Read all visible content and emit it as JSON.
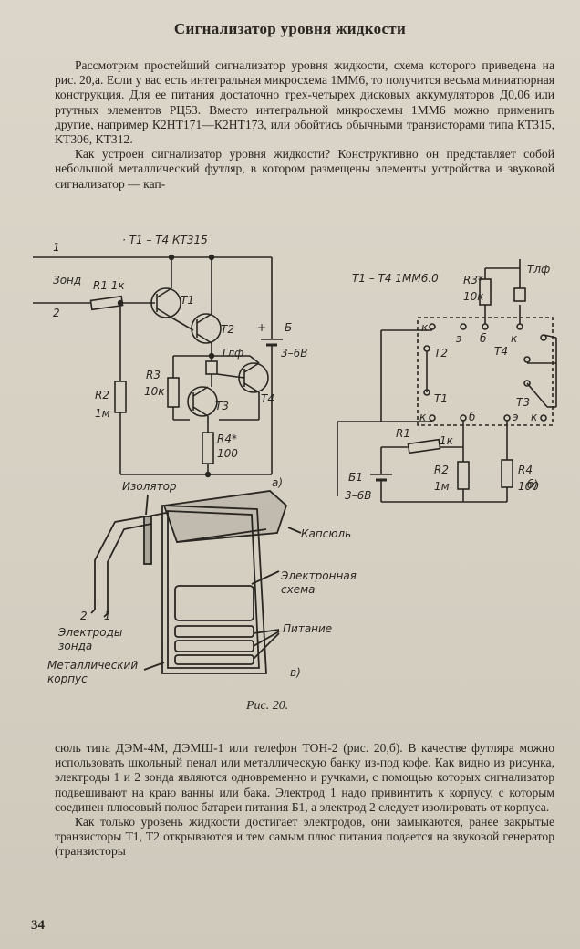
{
  "title": "Сигнализатор уровня жидкости",
  "paragraphs_top": [
    "Рассмотрим простейший сигнализатор уровня жидкости, схема которого приведена на рис. 20,а. Если у вас есть интегральная микросхема 1ММ6, то получится весьма миниатюрная конструкция. Для ее питания достаточно трех-четырех дисковых аккумуляторов Д0,06 или ртутных элементов РЦ53. Вместо интегральной микросхемы 1ММ6 можно применить другие, например К2НТ171—К2НТ173, или обойтись обычными транзисторами типа КТ315, КТ306, КТ312.",
    "Как устроен сигнализатор уровня жидкости? Конструктивно он представляет собой небольшой металлический футляр, в котором размещены элементы устройства и звуковой сигнализатор — кап-"
  ],
  "paragraphs_bottom": [
    "сюль типа ДЭМ-4М, ДЭМШ-1 или телефон ТОН-2 (рис. 20,б). В качестве футляра можно использовать школьный пенал или металлическую банку из-под кофе. Как видно из рисунка, электроды 1 и 2 зонда являются одновременно и ручками, с помощью которых сигнализатор подвешивают на краю ванны или бака. Электрод 1 надо привинтить к корпусу, с которым соединен плюсовый полюс батареи питания Б1, а электрод 2 следует изолировать от корпуса.",
    "Как только уровень жидкости достигает электродов, они замыкаются, ранее закрытые транзисторы T1, T2 открываются и тем самым плюс питания подается на звуковой генератор (транзисторы"
  ],
  "figure": {
    "caption": "Рис. 20.",
    "a": {
      "sublabel": "а)",
      "transistors_note": "· T1 – T4 КТ315",
      "wire1": "1",
      "wire2": "2",
      "probe": "Зонд",
      "r1": "R1 1к",
      "t1": "T1",
      "t2": "T2",
      "t3": "T3",
      "t4": "T4",
      "r2": "R2",
      "r2_value": "1м",
      "r3": "R3",
      "r3_value": "10к",
      "phone": "Тлф",
      "r4": "R4*",
      "r4_value": "100",
      "battery": "Б",
      "battery_voltage": "3–6В",
      "plus": "+"
    },
    "b": {
      "sublabel": "б)",
      "transistors_note": "T1 – T4 1ММ6.0",
      "r3": "R3*",
      "r3_value": "10к",
      "phone": "Тлф",
      "r1": "R1",
      "r1_value": "1к",
      "r2": "R2",
      "r2_value": "1м",
      "r4": "R4",
      "r4_value": "100",
      "battery": "Б1",
      "battery_voltage": "3–6В",
      "t1": "T1",
      "t2": "T2",
      "t3": "T3",
      "t4": "T4",
      "pin_k": "к",
      "pin_e": "э",
      "pin_b": "б"
    },
    "c": {
      "sublabel": "в)",
      "insulator": "Изолятор",
      "capsule": "Капсюль",
      "circuit": "Электронная схема",
      "power": "Питание",
      "electrodes": "Электроды зонда",
      "electrode1": "1",
      "electrode2": "2",
      "case": "Металлический корпус"
    }
  },
  "page_number": "34"
}
